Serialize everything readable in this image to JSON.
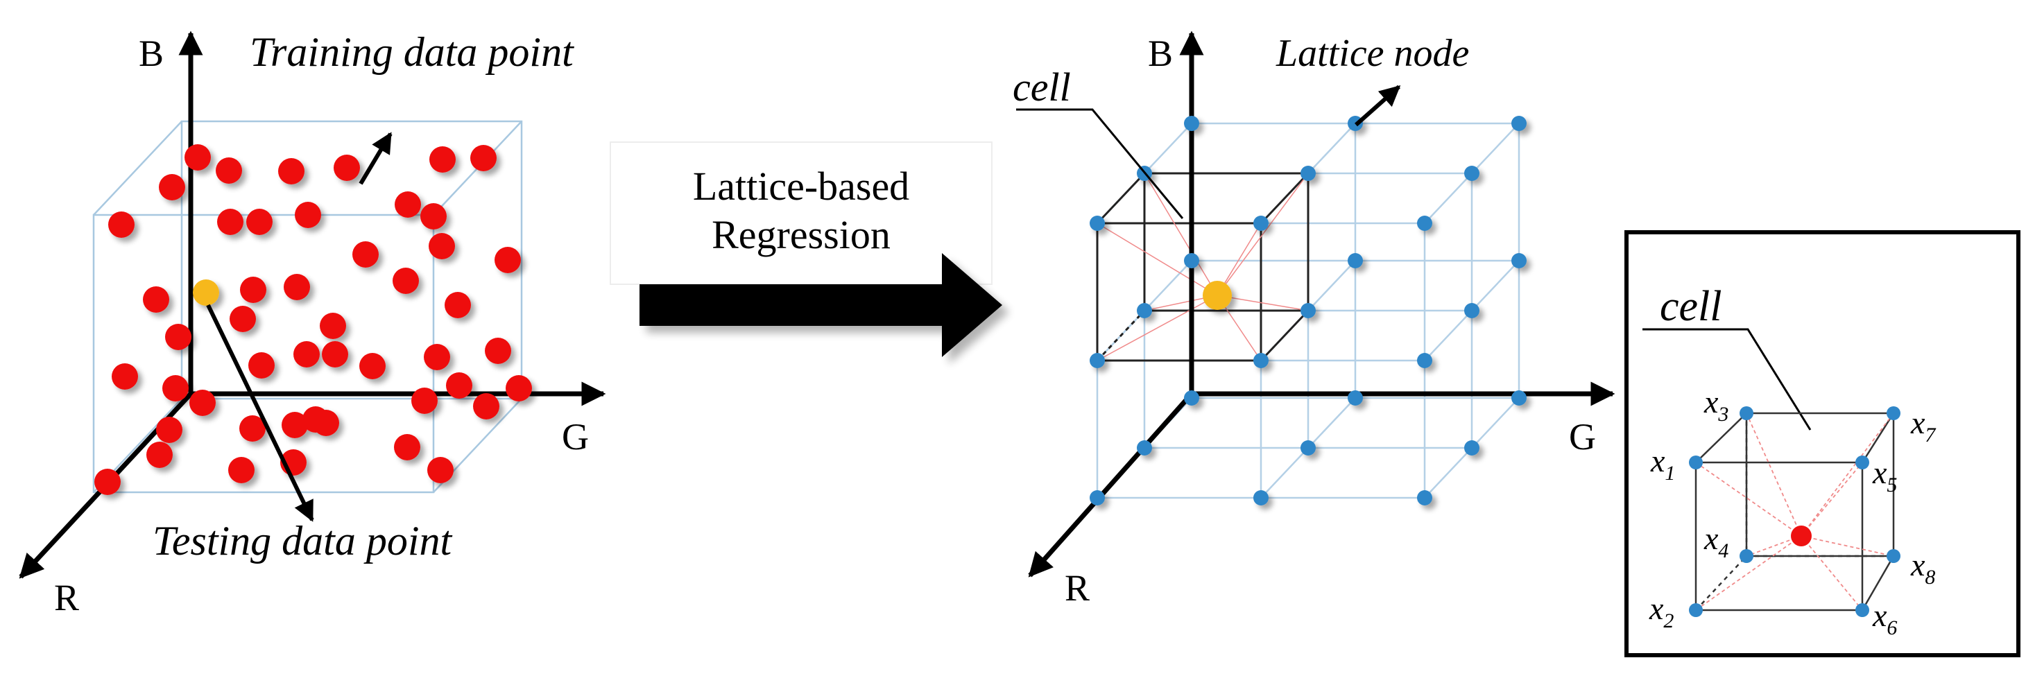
{
  "left_panel": {
    "axis_b": "B",
    "axis_g": "G",
    "axis_r": "R",
    "training_label": "Training data point",
    "testing_label": "Testing data point"
  },
  "middle": {
    "arrow_label_line1": "Lattice-based",
    "arrow_label_line2": "Regression"
  },
  "right_panel": {
    "axis_b": "B",
    "axis_g": "G",
    "axis_r": "R",
    "lattice_label": "Lattice node",
    "cell_label": "cell"
  },
  "inset": {
    "cell_label": "cell",
    "nodes": [
      {
        "base": "x",
        "sub": "1"
      },
      {
        "base": "x",
        "sub": "2"
      },
      {
        "base": "x",
        "sub": "3"
      },
      {
        "base": "x",
        "sub": "4"
      },
      {
        "base": "x",
        "sub": "5"
      },
      {
        "base": "x",
        "sub": "6"
      },
      {
        "base": "x",
        "sub": "7"
      },
      {
        "base": "x",
        "sub": "8"
      }
    ]
  },
  "colors": {
    "training_point": "#ee1111",
    "testing_point": "#f6b81a",
    "lattice_node": "#2f86c8",
    "cube_edge": "#a8c8e0",
    "axis": "#000000"
  }
}
